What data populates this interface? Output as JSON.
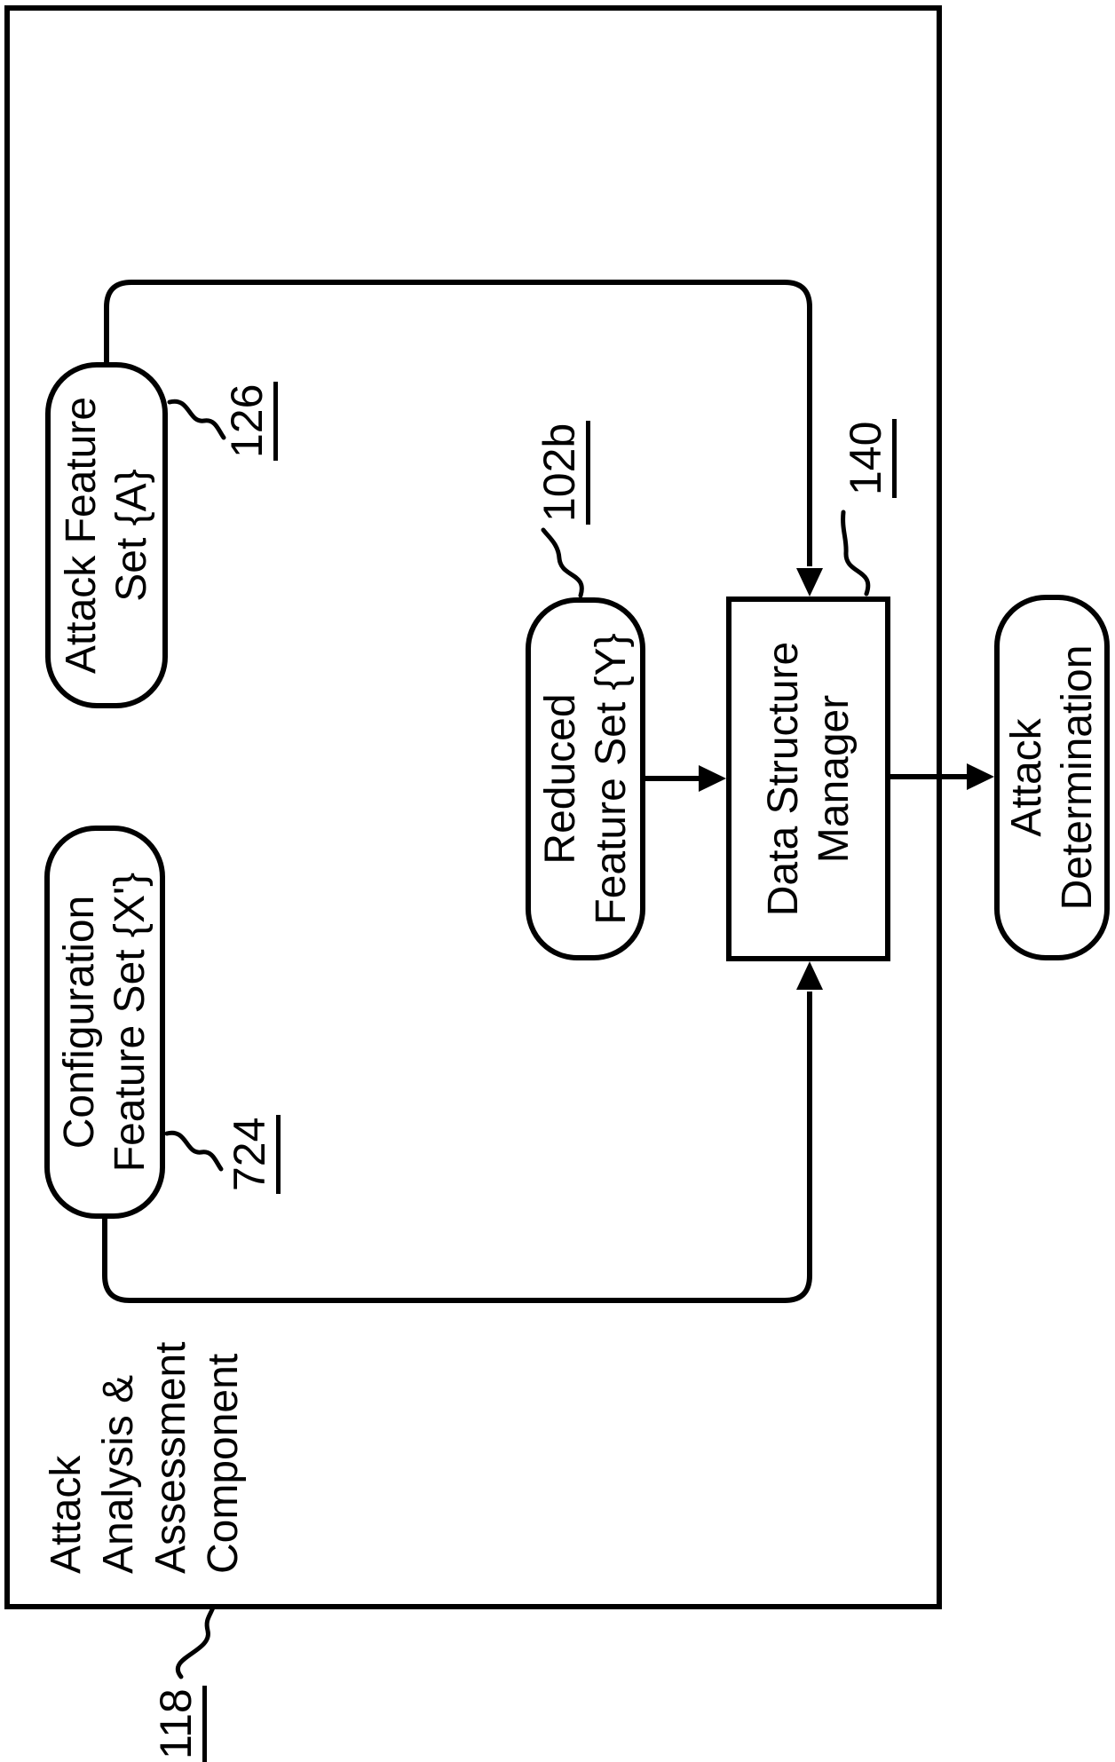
{
  "figure": {
    "background": "#ffffff",
    "line_color": "#000000",
    "component": {
      "title_lines": [
        "Attack",
        "Analysis &",
        "Assessment",
        "Component"
      ],
      "ref": "118"
    },
    "nodes": {
      "attack_feature": {
        "line1": "Attack Feature",
        "line2": "Set {A}",
        "ref": "126"
      },
      "configuration": {
        "line1": "Configuration",
        "line2": "Feature Set {X'}",
        "ref": "724"
      },
      "reduced": {
        "line1": "Reduced",
        "line2": "Feature Set {Y}",
        "ref": "102b"
      },
      "data_structure_manager": {
        "line1": "Data Structure",
        "line2": "Manager",
        "ref": "140"
      },
      "attack_determination": {
        "line1": "Attack",
        "line2": "Determination"
      }
    }
  }
}
